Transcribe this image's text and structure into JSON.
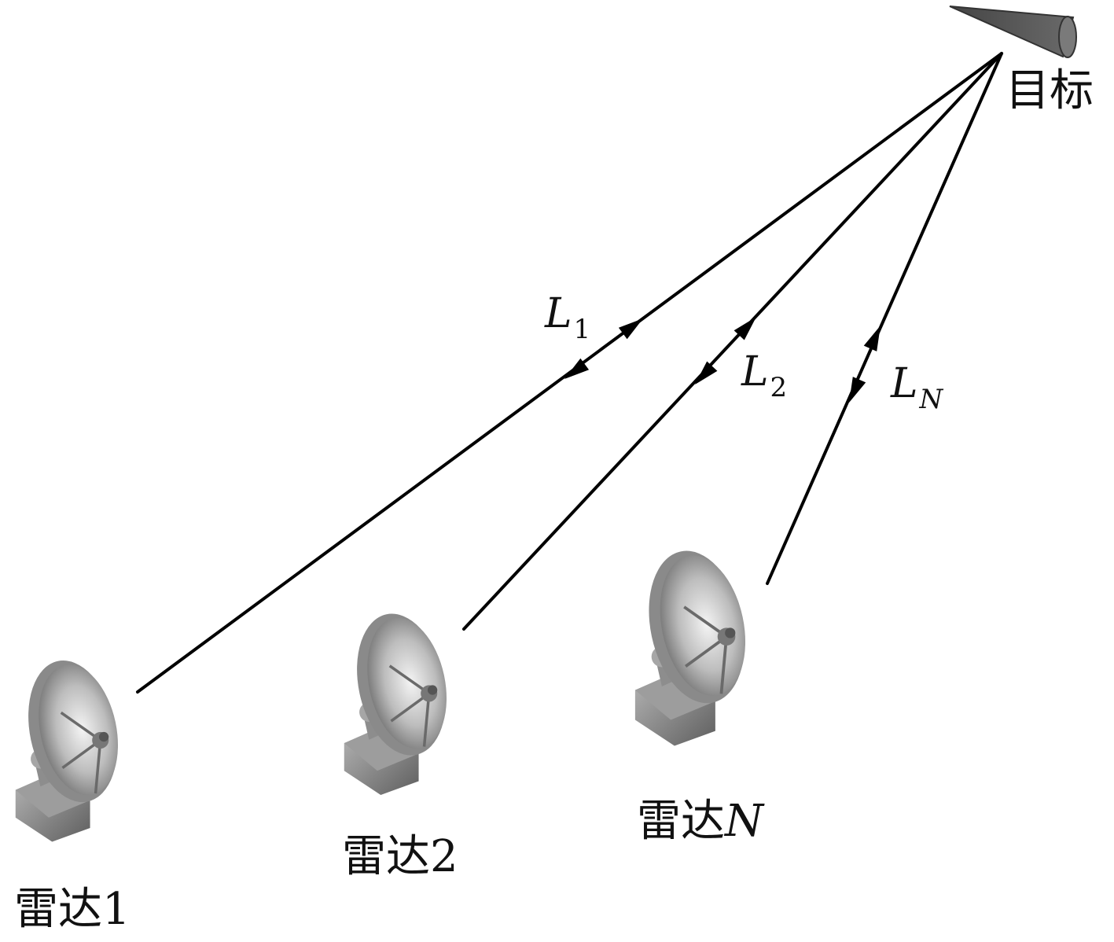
{
  "target": {
    "label": "目标"
  },
  "radars": [
    {
      "name": "雷达",
      "index": "1"
    },
    {
      "name": "雷达",
      "index": "2"
    },
    {
      "name": "雷达",
      "index": "N"
    }
  ],
  "paths": [
    {
      "symbol": "L",
      "sub": "1"
    },
    {
      "symbol": "L",
      "sub": "2"
    },
    {
      "symbol": "L",
      "sub": "N"
    }
  ],
  "icons": {
    "target": "cone-target-icon",
    "radar": "radar-dish-icon"
  },
  "colors": {
    "line": "#000000",
    "target_fill": "#555555",
    "dish": "#9a9a9a"
  }
}
